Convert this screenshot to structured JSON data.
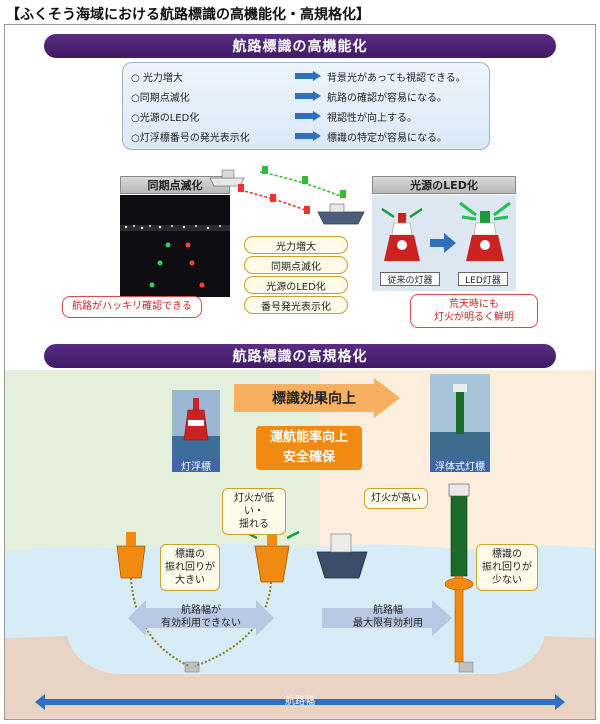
{
  "page_title": "【ふくそう海域における航路標識の高機能化・高規格化】",
  "section1": {
    "banner": "航路標識の高機能化",
    "features": [
      {
        "left": "○ 光力増大",
        "right": "背景光があっても視認できる。"
      },
      {
        "left": "○同期点滅化",
        "right": "航路の確認が容易になる。"
      },
      {
        "left": "○光源のLED化",
        "right": "視認性が向上する。"
      },
      {
        "left": "○灯浮標番号の発光表示化",
        "right": "標識の特定が容易になる。"
      }
    ],
    "sync_box": {
      "title": "同期点滅化",
      "callout": "航路がハッキリ確認できる"
    },
    "pills": [
      "光力増大",
      "同期点滅化",
      "光源のLED化",
      "番号発光表示化"
    ],
    "led_box": {
      "title": "光源のLED化",
      "old_label": "従来の灯器",
      "new_label": "LED灯器",
      "callout_line1": "荒天時にも",
      "callout_line2": "灯火が明るく鮮明"
    }
  },
  "section2": {
    "banner": "航路標識の高規格化",
    "effect_arrow": "標識効果向上",
    "orange_box_line1": "運航能率向上",
    "orange_box_line2": "安全確保",
    "buoy_caption": "灯浮標",
    "float_caption": "浮体式灯標",
    "left_callout_line1": "灯火が低い・",
    "left_callout_line2": "揺れる",
    "left_swing_line1": "標識の",
    "left_swing_line2": "振れ回りが",
    "left_swing_line3": "大きい",
    "right_callout": "灯火が高い",
    "right_swing_line1": "標識の",
    "right_swing_line2": "振れ回りが",
    "right_swing_line3": "少ない",
    "left_width_line1": "航路幅が",
    "left_width_line2": "有効利用できない",
    "right_width_line1": "航路幅",
    "right_width_line2": "最大限有効利用",
    "bottom_width": "航路幅"
  },
  "colors": {
    "banner": "#4a2272",
    "arrow_blue": "#2f6fc0",
    "orange": "#f08a10",
    "callout_red": "#d32020",
    "sea_left": "#e4f0dc",
    "sea_right": "#fbeedd",
    "water": "#d8ecf7",
    "seabed": "#e9d3c4"
  }
}
